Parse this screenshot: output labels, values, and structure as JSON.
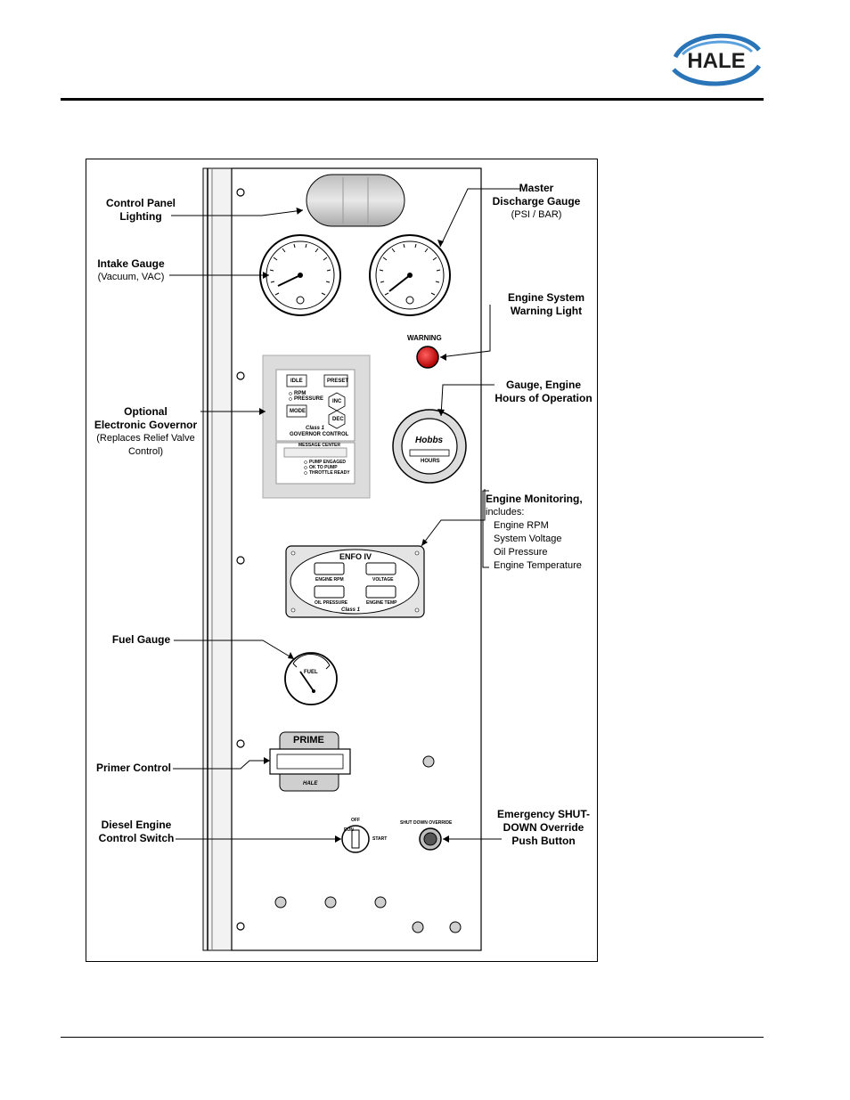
{
  "header": {
    "logo_text": "HALE"
  },
  "figure": {
    "labels": {
      "control_panel_lighting": [
        "Control Panel",
        "Lighting"
      ],
      "master_discharge_gauge": [
        "Master",
        "Discharge Gauge"
      ],
      "master_discharge_gauge_sub": "(PSI / BAR)",
      "intake_gauge": "Intake Gauge",
      "intake_gauge_sub": "(Vacuum, VAC)",
      "engine_warning_light": [
        "Engine System",
        "Warning Light"
      ],
      "optional_governor": [
        "Optional",
        "Electronic Governor"
      ],
      "optional_governor_sub": [
        "(Replaces Relief Valve",
        "Control)"
      ],
      "engine_hours_gauge": [
        "Gauge, Engine",
        "Hours of Operation"
      ],
      "engine_monitoring": "Engine Monitoring,",
      "engine_monitoring_items": [
        "includes:",
        "Engine RPM",
        "System Voltage",
        "Oil Pressure",
        "Engine Temperature"
      ],
      "fuel_gauge": "Fuel Gauge",
      "primer_control": "Primer Control",
      "diesel_switch": [
        "Diesel Engine",
        "Control Switch"
      ],
      "emergency_shutdown": [
        "Emergency SHUT-",
        "DOWN Override",
        "Push Button"
      ]
    },
    "panel_text": {
      "warning": "WARNING",
      "governor": {
        "idle": "IDLE",
        "preset": "PRESET",
        "rpm": "RPM",
        "pressure": "PRESSURE",
        "inc": "INC",
        "mode": "MODE",
        "dec": "DEC",
        "brand": "Class 1",
        "title": "GOVERNOR CONTROL",
        "message_center": "MESSAGE CENTER",
        "leds": [
          "PUMP ENGAGED",
          "OK TO PUMP",
          "THROTTLE READY"
        ]
      },
      "hobbs": {
        "brand": "Hobbs",
        "hours": "HOURS"
      },
      "enfo": {
        "title": "ENFO IV",
        "cells": [
          "ENGINE RPM",
          "VOLTAGE",
          "OIL PRESSURE",
          "ENGINE TEMP"
        ],
        "brand": "Class 1"
      },
      "fuel": "FUEL",
      "prime": {
        "title": "PRIME",
        "brand": "HALE"
      },
      "switch": {
        "off": "OFF",
        "run": "RUN",
        "start": "START"
      },
      "shutdown_override": "SHUT DOWN OVERRIDE"
    }
  }
}
